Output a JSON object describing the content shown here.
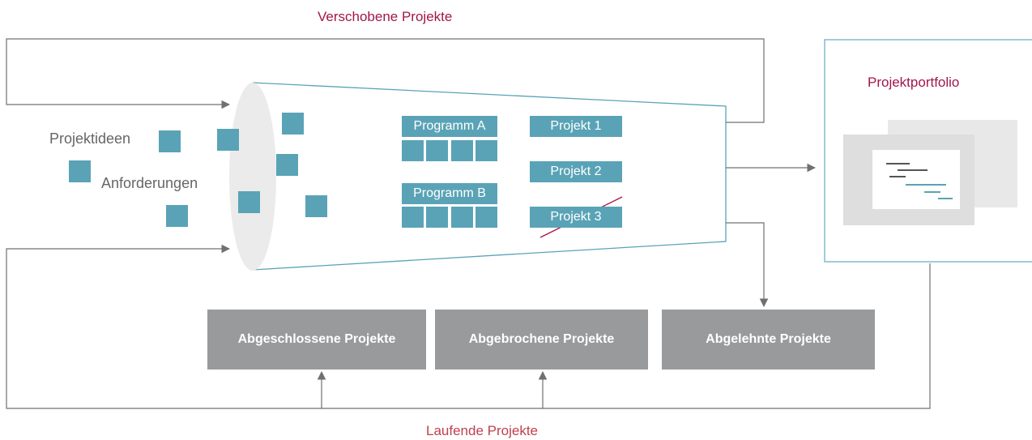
{
  "labels": {
    "postponed": "Verschobene Projekte",
    "running": "Laufende Projekte",
    "ideas": "Projektideen",
    "requirements": "Anforderungen",
    "portfolio": "Projektportfolio"
  },
  "programs": [
    {
      "label": "Programm A"
    },
    {
      "label": "Programm B"
    }
  ],
  "projects": [
    {
      "label": "Projekt 1",
      "cancelled": false
    },
    {
      "label": "Projekt 2",
      "cancelled": false
    },
    {
      "label": "Projekt 3",
      "cancelled": true
    }
  ],
  "outcome_boxes": [
    {
      "label": "Abgeschlossene Projekte"
    },
    {
      "label": "Abgebrochene Projekte"
    },
    {
      "label": "Abgelehnte Projekte"
    }
  ],
  "colors": {
    "teal": "#5aa3b6",
    "accent_red": "#a3164b",
    "grey_box": "#999a9c",
    "line": "#707070"
  }
}
